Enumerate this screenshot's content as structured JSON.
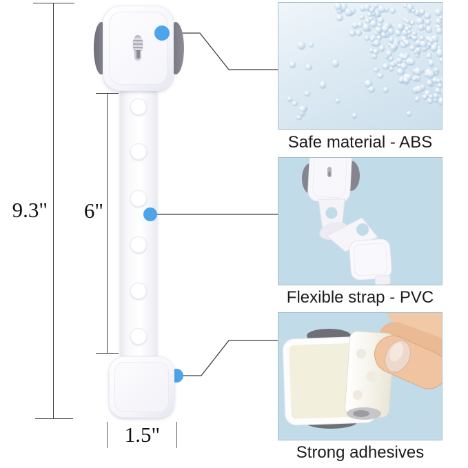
{
  "diagram": {
    "measurements": {
      "total_height": "9.3\"",
      "strap_length": "6\"",
      "base_width": "1.5\""
    },
    "callouts": [
      {
        "label": "Safe material - ABS"
      },
      {
        "label": "Flexible strap - PVC"
      },
      {
        "label": "Strong adhesives"
      }
    ],
    "colors": {
      "accent_blue": "#4da4e8",
      "panel_blue": "#c2dbe8",
      "line_dark": "#3a3a3a"
    }
  }
}
